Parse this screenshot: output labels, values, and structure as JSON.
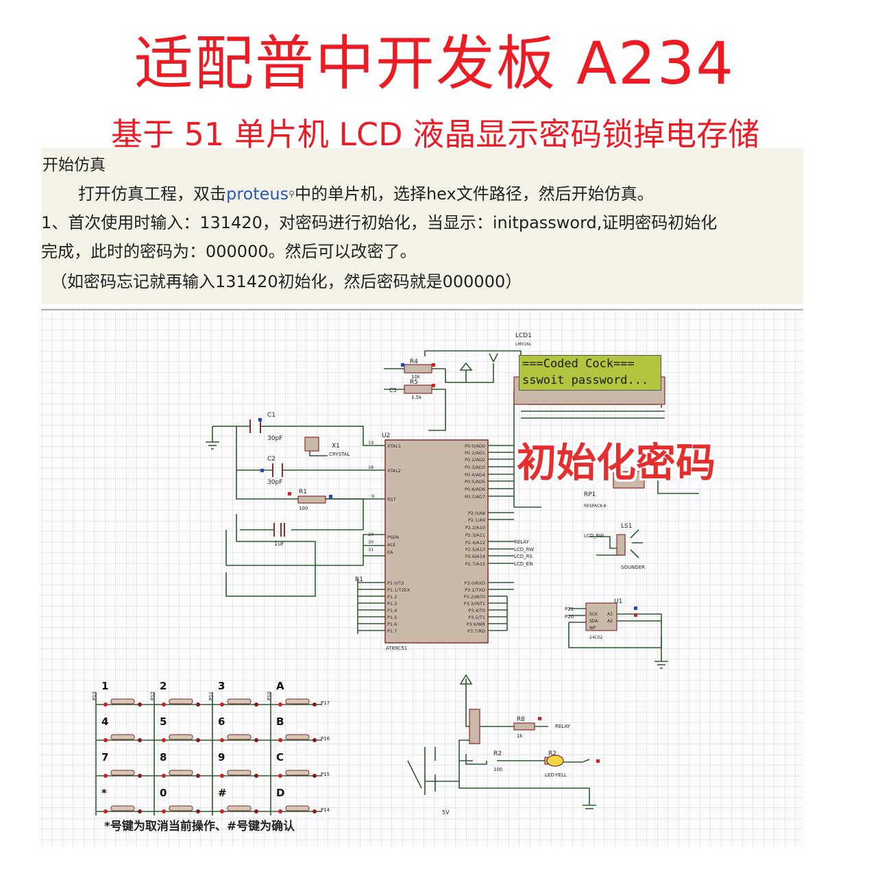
{
  "header": {
    "title": "适配普中开发板 A234",
    "subtitle": "基于 51 单片机 LCD 液晶显示密码锁掉电存储"
  },
  "notes": {
    "heading": "开始仿真",
    "line1_pre": "打开仿真工程，双击",
    "line1_link": "proteus",
    "line1_post": "中的单片机，选择hex文件路径，然后开始仿真。",
    "line2": "1、首次使用时输入：131420，对密码进行初始化，当显示：initpassword,证明密码初始化",
    "line3": "完成，此时的密码为：000000。然后可以改密了。",
    "line4": "（如密码忘记就再输入131420初始化，然后密码就是000000）"
  },
  "schematic": {
    "overlay_text": "初始化密码",
    "lcd": {
      "ref": "LCD1",
      "model": "LM016L",
      "line1": "===Coded Cock===",
      "line2": "sswoit password..."
    },
    "mcu": {
      "ref": "U2",
      "model": "AT89C51",
      "left_pins": [
        "XTAL1",
        "XTAL2",
        "RST",
        "PSEN",
        "ALE",
        "EA",
        "P1.0/T2",
        "P1.1/T2EX",
        "P1.2",
        "P1.3",
        "P1.4",
        "P1.5",
        "P1.6",
        "P1.7"
      ],
      "left_pin_numbers": [
        "19",
        "18",
        "9",
        "29",
        "30",
        "31"
      ],
      "right_pins": [
        "P0.0/AD0",
        "P0.1/AD1",
        "P0.2/AD2",
        "P0.3/AD3",
        "P0.4/AD4",
        "P0.5/AD5",
        "P0.6/AD6",
        "P0.7/AD7",
        "P2.0/A8",
        "P2.1/A9",
        "P2.2/A10",
        "P2.3/A11",
        "P2.4/A12",
        "P2.5/A13",
        "P2.6/A14",
        "P2.7/A15",
        "P3.0/RXD",
        "P3.1/TXD",
        "P3.2/INT0",
        "P3.3/INT1",
        "P3.4/T0",
        "P3.5/T1",
        "P3.6/WR",
        "P3.7/RD"
      ]
    },
    "components": {
      "c1": "C1",
      "c1_val": "30pF",
      "c2": "C2",
      "c2_val": "30pF",
      "x1": "X1",
      "x1_val": "CRYSTAL",
      "r1": "R1",
      "r1_val": "100",
      "c3_val": "1uF",
      "r4": "R4",
      "r4_val": "10k",
      "r5": "R5",
      "r5_val": "1.5k",
      "c5": "C5",
      "rp1": "RP1",
      "rp1_val": "RESPACK-8",
      "ls1": "LS1",
      "ls1_val": "SOUNDER",
      "u1": "U1",
      "u1_val": "24C02",
      "u1_pins": [
        "SCK",
        "SDA",
        "WP",
        "A1",
        "A2"
      ],
      "r8": "R8",
      "r8_val": "1k",
      "r2": "R2",
      "r2_val": "100",
      "r2_led": "R2",
      "led_val": "LED-YELL",
      "relay_label": "RELAY",
      "lcd_rw": "LCD_RW",
      "lcd_rs": "LCD_RS",
      "lcd_en": "LCD_EN",
      "p21": "P21",
      "p20": "P20",
      "v5": "5V",
      "r1_bus": "R1"
    },
    "keypad": {
      "keys": [
        "1",
        "2",
        "3",
        "A",
        "4",
        "5",
        "6",
        "B",
        "7",
        "8",
        "9",
        "C",
        "*",
        "0",
        "#",
        "D"
      ],
      "col_labels": [
        "P13",
        "P12",
        "P11",
        "P10"
      ],
      "row_labels": [
        "P17",
        "P16",
        "P15",
        "P14"
      ],
      "hint": "*号键为取消当前操作、#号键为确认"
    }
  }
}
